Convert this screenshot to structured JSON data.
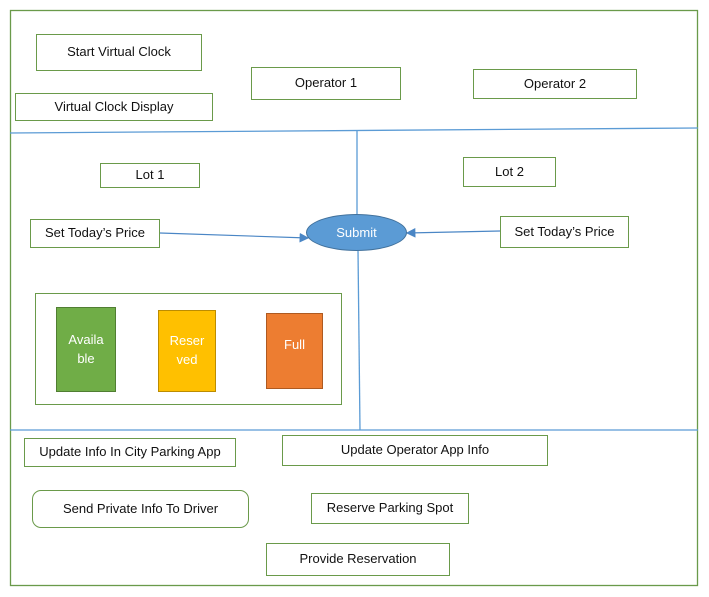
{
  "header": {
    "start_clock": "Start Virtual Clock",
    "clock_display": "Virtual Clock Display",
    "operator1": "Operator 1",
    "operator2": "Operator 2"
  },
  "lots": {
    "lot1": {
      "label": "Lot 1",
      "set_price": "Set Today’s Price"
    },
    "lot2": {
      "label": "Lot 2",
      "set_price": "Set Today’s Price"
    },
    "submit": "Submit"
  },
  "legend": [
    {
      "label": "Availa\nble",
      "color": "#70ad47"
    },
    {
      "label": "Reser\nved",
      "color": "#ffc000"
    },
    {
      "label": "Full",
      "color": "#ed7d31"
    }
  ],
  "footer": {
    "update_city": "Update Info In City Parking App",
    "update_operator": "Update Operator App Info",
    "send_private": "Send Private Info To Driver",
    "reserve_spot": "Reserve Parking Spot",
    "provide_reservation": "Provide Reservation"
  },
  "colors": {
    "green_border": "#6a9a4a",
    "divider": "#5b9bd5",
    "ellipse_fill": "#5b9bd5"
  }
}
